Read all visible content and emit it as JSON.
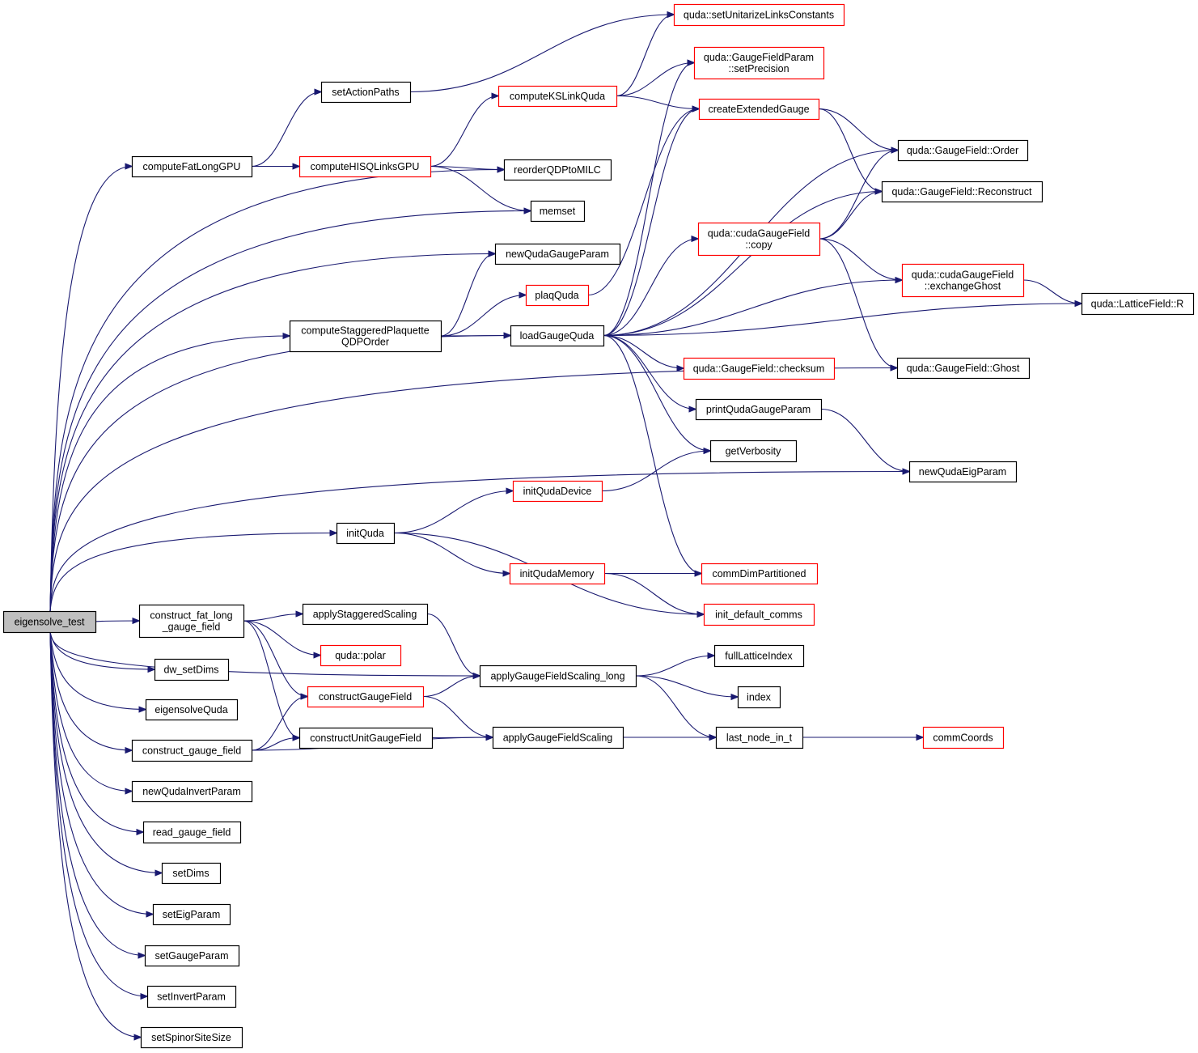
{
  "colors": {
    "edge": "#191970",
    "node_border_normal": "#000000",
    "node_border_incomplete": "#ff0000",
    "root_fill": "#bfbfbf",
    "node_fill": "#ffffff",
    "text": "#000000"
  },
  "nodes": [
    {
      "id": "root",
      "label": "eigensolve_test",
      "kind": "root"
    },
    {
      "id": "computeFatLongGPU",
      "label": "computeFatLongGPU",
      "kind": "normal"
    },
    {
      "id": "setActionPaths",
      "label": "setActionPaths",
      "kind": "normal"
    },
    {
      "id": "computeHISQLinksGPU",
      "label": "computeHISQLinksGPU",
      "kind": "incomplete"
    },
    {
      "id": "computeKSLinkQuda",
      "label": "computeKSLinkQuda",
      "kind": "incomplete"
    },
    {
      "id": "setUnitarize",
      "label": "quda::setUnitarizeLinksConstants",
      "kind": "incomplete"
    },
    {
      "id": "setPrecision",
      "label": [
        "quda::GaugeFieldParam",
        "::setPrecision"
      ],
      "kind": "incomplete"
    },
    {
      "id": "createExtendedGauge",
      "label": "createExtendedGauge",
      "kind": "incomplete"
    },
    {
      "id": "reorderQDPtoMILC",
      "label": "reorderQDPtoMILC",
      "kind": "normal"
    },
    {
      "id": "memset",
      "label": "memset",
      "kind": "normal"
    },
    {
      "id": "gfOrder",
      "label": "quda::GaugeField::Order",
      "kind": "normal"
    },
    {
      "id": "gfReconstruct",
      "label": "quda::GaugeField::Reconstruct",
      "kind": "normal"
    },
    {
      "id": "cudaCopy",
      "label": [
        "quda::cudaGaugeField",
        "::copy"
      ],
      "kind": "incomplete"
    },
    {
      "id": "newQudaGaugeParam",
      "label": "newQudaGaugeParam",
      "kind": "normal"
    },
    {
      "id": "plaqQuda",
      "label": "plaqQuda",
      "kind": "incomplete"
    },
    {
      "id": "exchangeGhost",
      "label": [
        "quda::cudaGaugeField",
        "::exchangeGhost"
      ],
      "kind": "incomplete"
    },
    {
      "id": "latticeR",
      "label": "quda::LatticeField::R",
      "kind": "normal"
    },
    {
      "id": "computeStaggeredPlaq",
      "label": [
        "computeStaggeredPlaquette",
        "QDPOrder"
      ],
      "kind": "normal"
    },
    {
      "id": "loadGaugeQuda",
      "label": "loadGaugeQuda",
      "kind": "normal"
    },
    {
      "id": "checksum",
      "label": "quda::GaugeField::checksum",
      "kind": "incomplete"
    },
    {
      "id": "gfGhost",
      "label": "quda::GaugeField::Ghost",
      "kind": "normal"
    },
    {
      "id": "printQudaGaugeParam",
      "label": "printQudaGaugeParam",
      "kind": "normal"
    },
    {
      "id": "getVerbosity",
      "label": "getVerbosity",
      "kind": "normal"
    },
    {
      "id": "newQudaEigParam",
      "label": "newQudaEigParam",
      "kind": "normal"
    },
    {
      "id": "initQudaDevice",
      "label": "initQudaDevice",
      "kind": "incomplete"
    },
    {
      "id": "initQuda",
      "label": "initQuda",
      "kind": "normal"
    },
    {
      "id": "initQudaMemory",
      "label": "initQudaMemory",
      "kind": "incomplete"
    },
    {
      "id": "commDimPartitioned",
      "label": "commDimPartitioned",
      "kind": "incomplete"
    },
    {
      "id": "initDefaultComms",
      "label": "init_default_comms",
      "kind": "incomplete"
    },
    {
      "id": "constructFatLong",
      "label": [
        "construct_fat_long",
        "_gauge_field"
      ],
      "kind": "normal"
    },
    {
      "id": "applyStaggeredScaling",
      "label": "applyStaggeredScaling",
      "kind": "normal"
    },
    {
      "id": "polar",
      "label": "quda::polar",
      "kind": "incomplete"
    },
    {
      "id": "dwSetDims",
      "label": "dw_setDims",
      "kind": "normal"
    },
    {
      "id": "applyGFScalingLong",
      "label": "applyGaugeFieldScaling_long",
      "kind": "normal"
    },
    {
      "id": "fullLatticeIndex",
      "label": "fullLatticeIndex",
      "kind": "normal"
    },
    {
      "id": "constructGaugeField",
      "label": "constructGaugeField",
      "kind": "incomplete"
    },
    {
      "id": "index",
      "label": "index",
      "kind": "normal"
    },
    {
      "id": "eigensolveQuda",
      "label": "eigensolveQuda",
      "kind": "normal"
    },
    {
      "id": "constructGauge",
      "label": "construct_gauge_field",
      "kind": "normal"
    },
    {
      "id": "constructUnitGaugeField",
      "label": "constructUnitGaugeField",
      "kind": "normal"
    },
    {
      "id": "applyGFScaling",
      "label": "applyGaugeFieldScaling",
      "kind": "normal"
    },
    {
      "id": "lastNodeInT",
      "label": "last_node_in_t",
      "kind": "normal"
    },
    {
      "id": "commCoords",
      "label": "commCoords",
      "kind": "incomplete"
    },
    {
      "id": "newQudaInvertParam",
      "label": "newQudaInvertParam",
      "kind": "normal"
    },
    {
      "id": "readGaugeField",
      "label": "read_gauge_field",
      "kind": "normal"
    },
    {
      "id": "setDims",
      "label": "setDims",
      "kind": "normal"
    },
    {
      "id": "setEigParam",
      "label": "setEigParam",
      "kind": "normal"
    },
    {
      "id": "setGaugeParam",
      "label": "setGaugeParam",
      "kind": "normal"
    },
    {
      "id": "setInvertParam",
      "label": "setInvertParam",
      "kind": "normal"
    },
    {
      "id": "setSpinorSiteSize",
      "label": "setSpinorSiteSize",
      "kind": "normal"
    }
  ],
  "edges": [
    [
      "root",
      "computeFatLongGPU"
    ],
    [
      "root",
      "reorderQDPtoMILC"
    ],
    [
      "root",
      "memset"
    ],
    [
      "root",
      "newQudaGaugeParam"
    ],
    [
      "root",
      "computeStaggeredPlaq"
    ],
    [
      "root",
      "loadGaugeQuda"
    ],
    [
      "root",
      "gfGhost"
    ],
    [
      "root",
      "newQudaEigParam"
    ],
    [
      "root",
      "initQuda"
    ],
    [
      "root",
      "applyGFScalingLong"
    ],
    [
      "root",
      "constructFatLong"
    ],
    [
      "root",
      "dwSetDims"
    ],
    [
      "root",
      "eigensolveQuda"
    ],
    [
      "root",
      "constructGauge"
    ],
    [
      "root",
      "newQudaInvertParam"
    ],
    [
      "root",
      "readGaugeField"
    ],
    [
      "root",
      "setDims"
    ],
    [
      "root",
      "setEigParam"
    ],
    [
      "root",
      "setGaugeParam"
    ],
    [
      "root",
      "setInvertParam"
    ],
    [
      "root",
      "setSpinorSiteSize"
    ],
    [
      "computeFatLongGPU",
      "setActionPaths"
    ],
    [
      "computeFatLongGPU",
      "computeHISQLinksGPU"
    ],
    [
      "setActionPaths",
      "setUnitarize"
    ],
    [
      "computeHISQLinksGPU",
      "computeKSLinkQuda"
    ],
    [
      "computeHISQLinksGPU",
      "reorderQDPtoMILC"
    ],
    [
      "computeHISQLinksGPU",
      "memset"
    ],
    [
      "computeKSLinkQuda",
      "setUnitarize"
    ],
    [
      "computeKSLinkQuda",
      "setPrecision"
    ],
    [
      "computeKSLinkQuda",
      "createExtendedGauge"
    ],
    [
      "createExtendedGauge",
      "gfOrder"
    ],
    [
      "createExtendedGauge",
      "gfReconstruct"
    ],
    [
      "cudaCopy",
      "gfOrder"
    ],
    [
      "cudaCopy",
      "gfReconstruct"
    ],
    [
      "cudaCopy",
      "exchangeGhost"
    ],
    [
      "cudaCopy",
      "gfGhost"
    ],
    [
      "exchangeGhost",
      "latticeR"
    ],
    [
      "plaqQuda",
      "createExtendedGauge"
    ],
    [
      "computeStaggeredPlaq",
      "newQudaGaugeParam"
    ],
    [
      "computeStaggeredPlaq",
      "plaqQuda"
    ],
    [
      "computeStaggeredPlaq",
      "loadGaugeQuda"
    ],
    [
      "loadGaugeQuda",
      "setPrecision"
    ],
    [
      "loadGaugeQuda",
      "createExtendedGauge"
    ],
    [
      "loadGaugeQuda",
      "gfOrder"
    ],
    [
      "loadGaugeQuda",
      "gfReconstruct"
    ],
    [
      "loadGaugeQuda",
      "cudaCopy"
    ],
    [
      "loadGaugeQuda",
      "exchangeGhost"
    ],
    [
      "loadGaugeQuda",
      "latticeR"
    ],
    [
      "loadGaugeQuda",
      "checksum"
    ],
    [
      "loadGaugeQuda",
      "printQudaGaugeParam"
    ],
    [
      "loadGaugeQuda",
      "getVerbosity"
    ],
    [
      "loadGaugeQuda",
      "commDimPartitioned"
    ],
    [
      "printQudaGaugeParam",
      "newQudaEigParam"
    ],
    [
      "initQudaDevice",
      "getVerbosity"
    ],
    [
      "initQuda",
      "initQudaDevice"
    ],
    [
      "initQuda",
      "initQudaMemory"
    ],
    [
      "initQuda",
      "initDefaultComms"
    ],
    [
      "initQudaMemory",
      "commDimPartitioned"
    ],
    [
      "initQudaMemory",
      "initDefaultComms"
    ],
    [
      "constructFatLong",
      "applyStaggeredScaling"
    ],
    [
      "constructFatLong",
      "polar"
    ],
    [
      "constructFatLong",
      "constructGaugeField"
    ],
    [
      "constructFatLong",
      "constructUnitGaugeField"
    ],
    [
      "applyStaggeredScaling",
      "applyGFScalingLong"
    ],
    [
      "applyGFScalingLong",
      "fullLatticeIndex"
    ],
    [
      "applyGFScalingLong",
      "index"
    ],
    [
      "applyGFScalingLong",
      "lastNodeInT"
    ],
    [
      "constructGaugeField",
      "applyGFScalingLong"
    ],
    [
      "constructGaugeField",
      "applyGFScaling"
    ],
    [
      "constructGauge",
      "constructGaugeField"
    ],
    [
      "constructGauge",
      "constructUnitGaugeField"
    ],
    [
      "constructGauge",
      "applyGFScaling"
    ],
    [
      "constructUnitGaugeField",
      "applyGFScaling"
    ],
    [
      "applyGFScaling",
      "lastNodeInT"
    ],
    [
      "lastNodeInT",
      "commCoords"
    ]
  ]
}
